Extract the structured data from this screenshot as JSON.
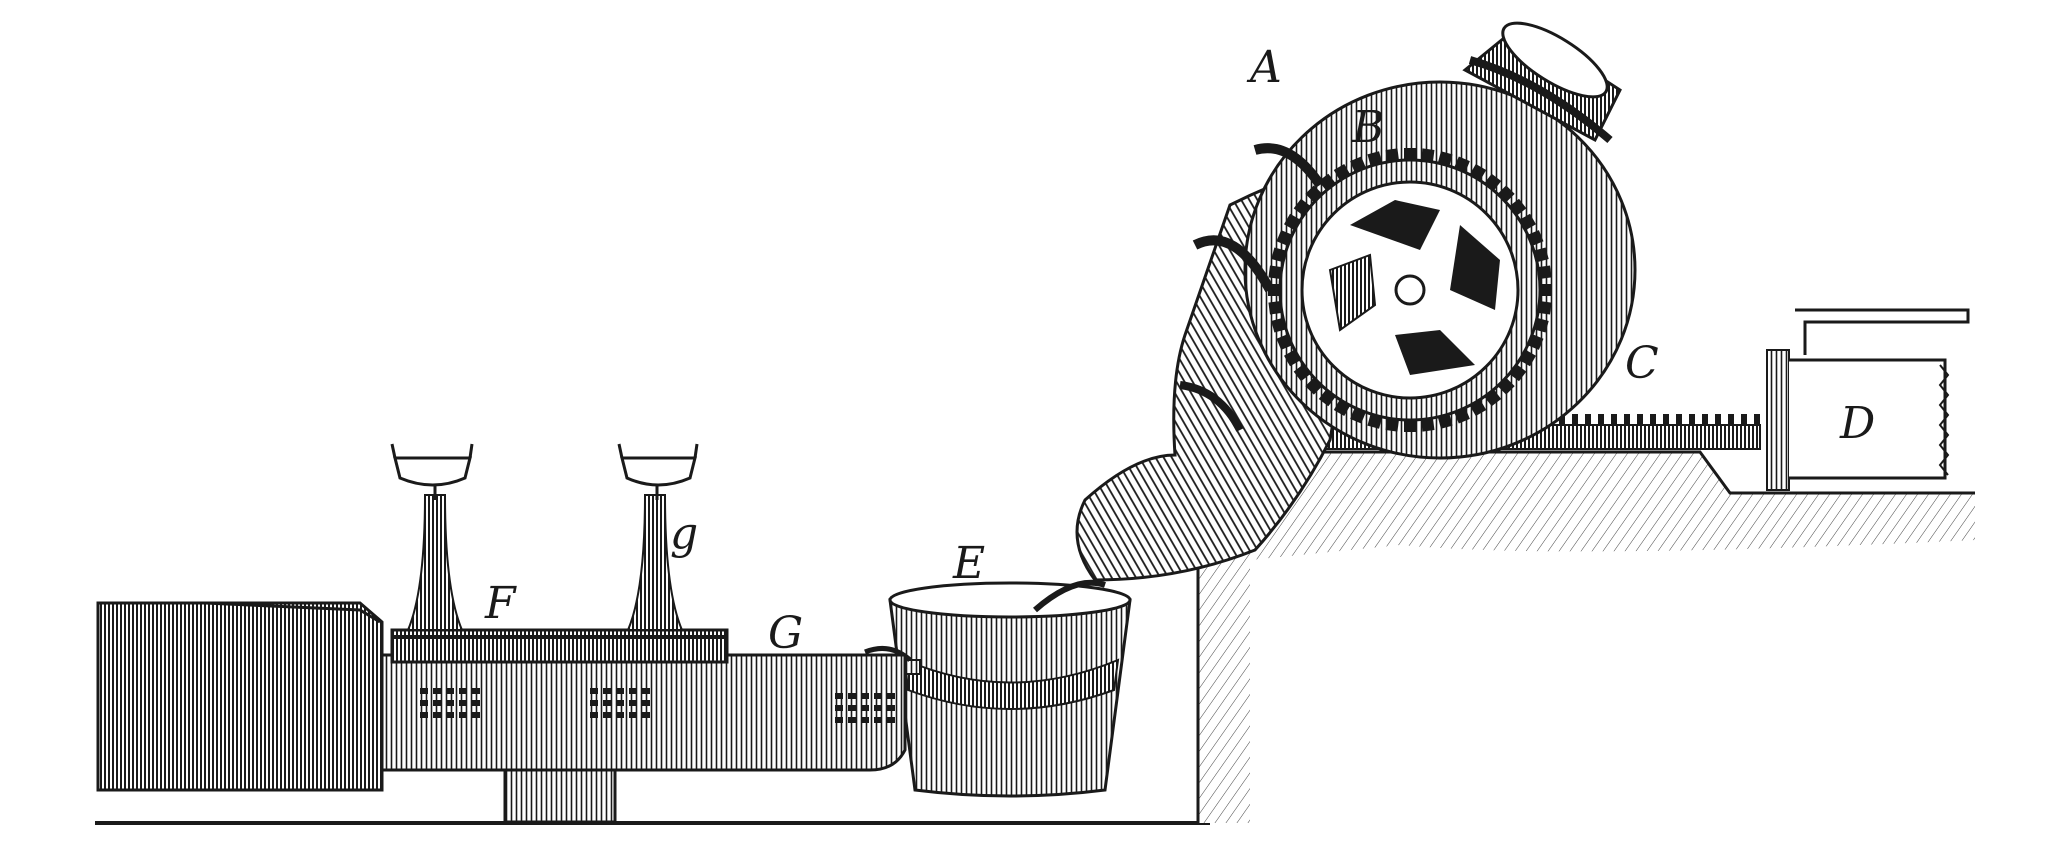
{
  "diagram": {
    "labels": {
      "A": "A",
      "B": "B",
      "C": "C",
      "D": "D",
      "E": "E",
      "F": "F",
      "G": "G",
      "g": "g"
    }
  },
  "colors": {
    "ink": "#1a1a1a",
    "paper": "#ffffff"
  }
}
